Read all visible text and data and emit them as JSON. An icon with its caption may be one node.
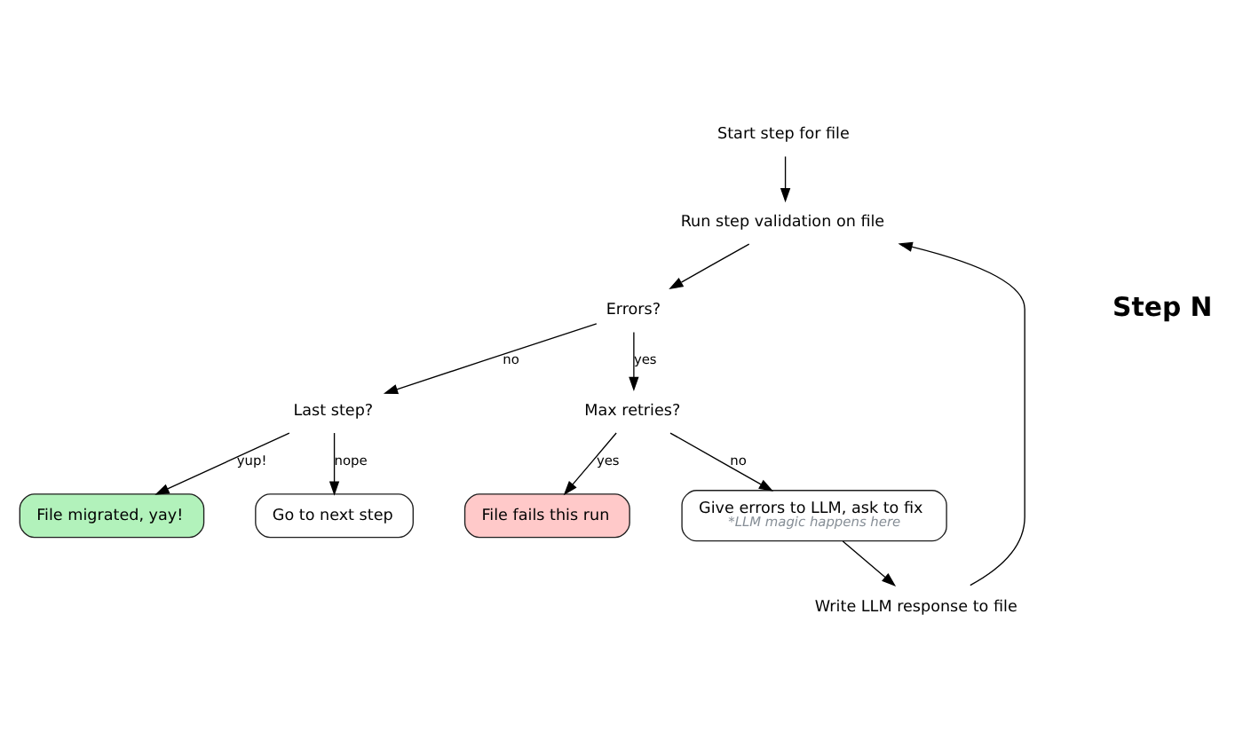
{
  "diagram": {
    "nodes": [
      {
        "text": [
          "Start step for file"
        ]
      },
      {
        "text": [
          "Run step validation on file"
        ]
      },
      {
        "text": [
          "Errors?"
        ]
      },
      {
        "text": [
          "Last step?"
        ]
      },
      {
        "text": [
          "File migrated, yay!"
        ]
      },
      {
        "text": [
          "Go to next step"
        ]
      },
      {
        "text": [
          "Max retries?"
        ]
      },
      {
        "text": [
          "File fails this run"
        ]
      },
      {
        "text": [
          "Give errors to LLM, ask to fix",
          "*LLM magic happens here"
        ]
      },
      {
        "text": [
          "Write LLM response to file"
        ]
      }
    ],
    "edges": [
      {
        "from": 0,
        "to": 1,
        "arrow": "to"
      },
      {
        "from": 1,
        "to": 2,
        "arrow": "to"
      },
      {
        "from": 2,
        "to": 3,
        "arrow": "to",
        "label": "no"
      },
      {
        "from": 3,
        "to": 4,
        "arrow": "to",
        "label": "yup!"
      },
      {
        "from": 3,
        "to": 5,
        "arrow": "to",
        "label": "nope"
      },
      {
        "from": 2,
        "to": 6,
        "arrow": "to",
        "label": "yes"
      },
      {
        "from": 6,
        "to": 7,
        "arrow": "to",
        "label": "yes"
      },
      {
        "from": 6,
        "to": 8,
        "arrow": "to",
        "label": "no"
      },
      {
        "from": 8,
        "to": 9,
        "arrow": "to"
      },
      {
        "from": 9,
        "to": 1,
        "arrow": "to"
      }
    ],
    "labels": [
      "Step N"
    ]
  }
}
